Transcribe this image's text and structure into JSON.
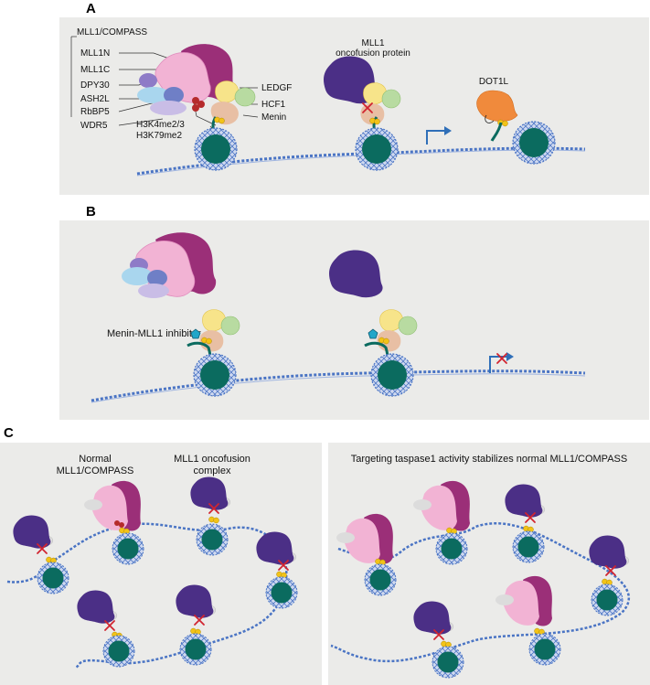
{
  "panels": {
    "a": {
      "letter": "A",
      "complex_label": "MLL1/COMPASS",
      "subunits": [
        "MLL1N",
        "MLL1C",
        "DPY30",
        "ASH2L",
        "RbBP5",
        "WDR5"
      ],
      "marks": [
        "H3K4me2/3",
        "H3K79me2"
      ],
      "partners": [
        "LEDGF",
        "HCF1",
        "Menin"
      ],
      "oncofusion_label_line1": "MLL1",
      "oncofusion_label_line2": "oncofusion protein",
      "dot1l_label": "DOT1L"
    },
    "b": {
      "letter": "B",
      "inhibitor_label": "Menin-MLL1 inhibitor"
    },
    "c": {
      "letter": "C",
      "left_normal_line1": "Normal",
      "left_normal_line2": "MLL1/COMPASS",
      "left_onco_line1": "MLL1 oncofusion",
      "left_onco_line2": "complex",
      "right_title": "Targeting taspase1 activity stabilizes normal MLL1/COMPASS"
    }
  },
  "colors": {
    "panel_bg": "#ebebe9",
    "nucleosome": "#0b6b5f",
    "nucleosome_ring": "#4a74c4",
    "dna": "#4a74c4",
    "mll_purple": "#4b2f86",
    "mll_magenta": "#9b2f78",
    "mll_pink": "#f2b3d4",
    "dpy30": "#8e7bc7",
    "ash2l": "#a9d6ee",
    "rbbp5": "#6f7fc6",
    "wdr5": "#c9bde6",
    "menin": "#e8bfa4",
    "ledgf": "#f7e48a",
    "hcf1": "#b8dba1",
    "dot1l": "#f08a3c",
    "me_mark": "#f2c318",
    "red_x": "#d1242f",
    "arrow_blue": "#2f6fb8",
    "gray_complex": "#cfcfcf"
  },
  "icons": [
    "transcription-arrow-icon",
    "blocked-transcription-icon",
    "inhibitor-pentagon-icon",
    "x-mark-icon"
  ]
}
